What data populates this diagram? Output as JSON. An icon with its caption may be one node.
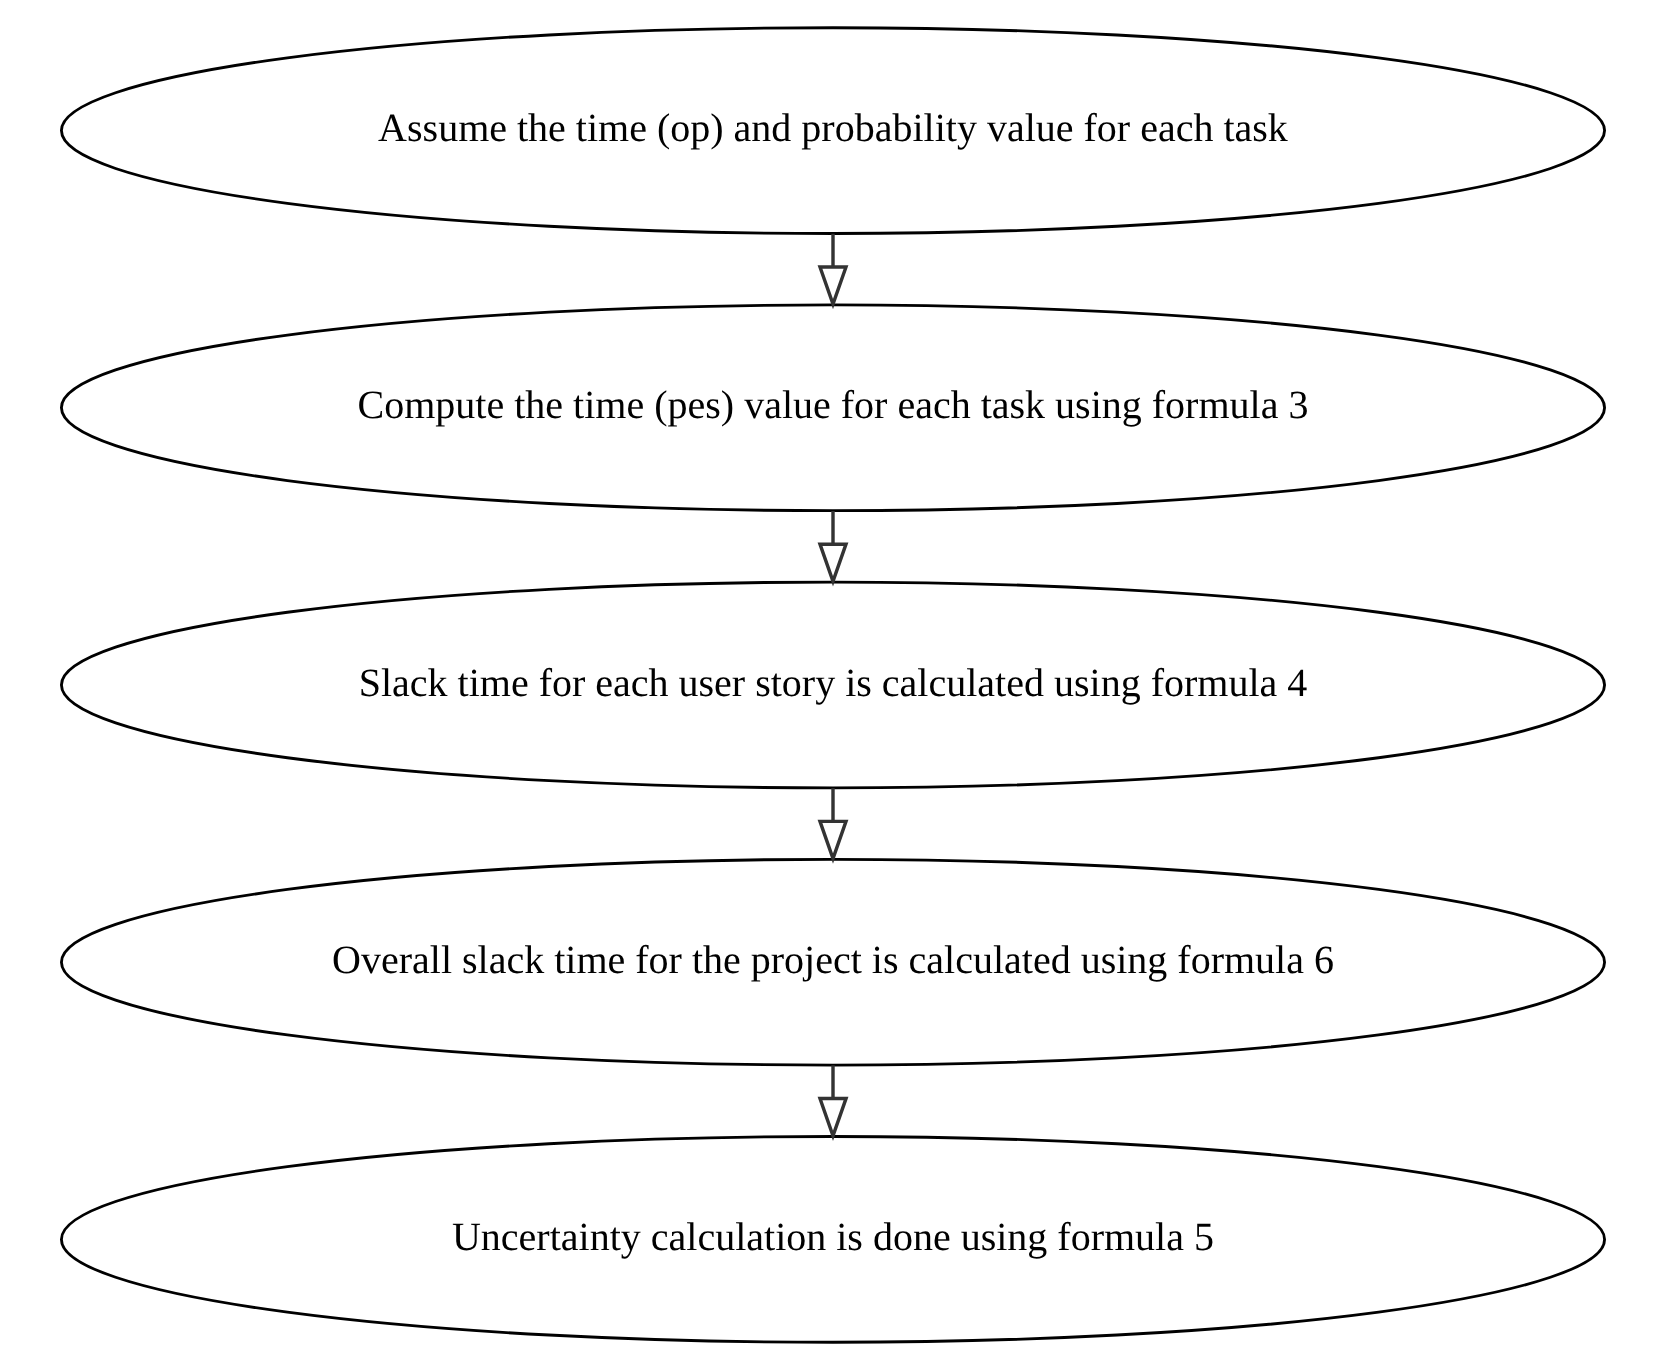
{
  "diagram": {
    "nodes": [
      {
        "text": [
          "Assume the time (op) and probability value for each task"
        ]
      },
      {
        "text": [
          "Compute the time (pes) value for each task using formula 3"
        ]
      },
      {
        "text": [
          "Slack time for each user story is calculated using formula 4"
        ]
      },
      {
        "text": [
          "Overall slack time for the project is calculated using formula 6"
        ]
      },
      {
        "text": [
          "Uncertainty calculation is done using formula 5"
        ]
      }
    ],
    "edges": [
      {
        "from": 0,
        "to": 1,
        "arrow": "to"
      },
      {
        "from": 1,
        "to": 2,
        "arrow": "to"
      },
      {
        "from": 2,
        "to": 3,
        "arrow": "to"
      },
      {
        "from": 3,
        "to": 4,
        "arrow": "to"
      }
    ]
  }
}
